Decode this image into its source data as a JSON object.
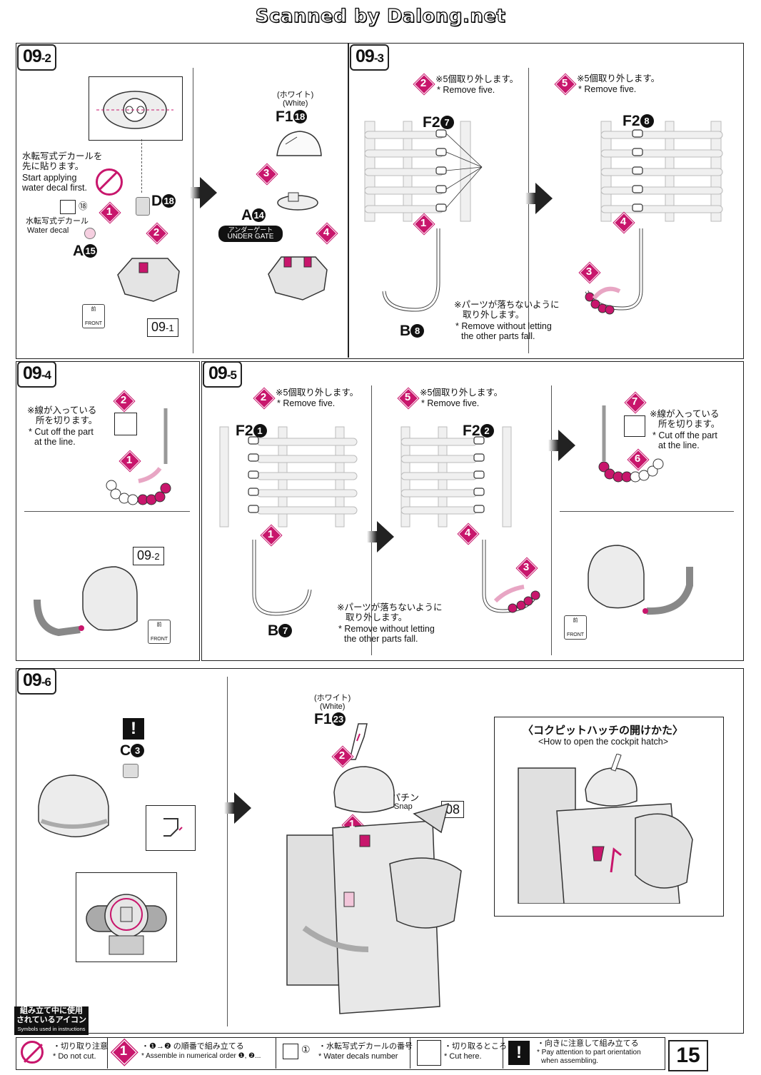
{
  "watermark": "Scanned by Dalong.net",
  "steps": {
    "s09_2": {
      "label_main": "09",
      "label_sub": "-2",
      "decal_note_jp_1": "水転写式デカールを",
      "decal_note_jp_2": "先に貼ります。",
      "decal_note_en_1": "Start applying",
      "decal_note_en_2": "water decal first.",
      "decal_label_jp": "水転写式デカール",
      "decal_label_en": "Water decal",
      "decal_num": "⑱",
      "part_d": "D",
      "part_d_num": "18",
      "part_a": "A",
      "part_a_num": "15",
      "white_jp": "(ホワイト)",
      "white_en": "(White)",
      "part_f1": "F1",
      "part_f1_num": "18",
      "part_a14": "A",
      "part_a14_num": "14",
      "under_gate_jp": "アンダーゲート",
      "under_gate_en": "UNDER GATE",
      "ref": "09",
      "ref_sub": "-1",
      "front_jp": "前",
      "front_en": "FRONT",
      "n1": "1",
      "n2": "2",
      "n3": "3",
      "n4": "4"
    },
    "s09_3": {
      "label_main": "09",
      "label_sub": "-3",
      "remove_jp_a": "※5個取り外します。",
      "remove_en_a": "* Remove five.",
      "remove_jp_b": "※5個取り外します。",
      "remove_en_b": "* Remove five.",
      "part_f2_a": "F2",
      "part_f2_a_num": "7",
      "part_f2_b": "F2",
      "part_f2_b_num": "8",
      "part_b": "B",
      "part_b_num": "8",
      "fall_jp_1": "※パーツが落ちないように",
      "fall_jp_2": "取り外します。",
      "fall_en_1": "* Remove without letting",
      "fall_en_2": "the other parts fall.",
      "n1": "1",
      "n2": "2",
      "n3": "3",
      "n4": "4",
      "n5": "5"
    },
    "s09_4": {
      "label_main": "09",
      "label_sub": "-4",
      "cut_jp_1": "※線が入っている",
      "cut_jp_2": "所を切ります。",
      "cut_en_1": "* Cut off the part",
      "cut_en_2": "at the line.",
      "ref": "09",
      "ref_sub": "-2",
      "front_jp": "前",
      "front_en": "FRONT",
      "n1": "1",
      "n2": "2"
    },
    "s09_5": {
      "label_main": "09",
      "label_sub": "-5",
      "remove_jp_a": "※5個取り外します。",
      "remove_en_a": "* Remove five.",
      "remove_jp_b": "※5個取り外します。",
      "remove_en_b": "* Remove five.",
      "part_f2_a": "F2",
      "part_f2_a_num": "1",
      "part_f2_b": "F2",
      "part_f2_b_num": "2",
      "part_b": "B",
      "part_b_num": "7",
      "fall_jp_1": "※パーツが落ちないように",
      "fall_jp_2": "取り外します。",
      "fall_en_1": "* Remove without letting",
      "fall_en_2": "the other parts fall.",
      "cut_jp_1": "※線が入っている",
      "cut_jp_2": "所を切ります。",
      "cut_en_1": "* Cut off the part",
      "cut_en_2": "at the line.",
      "front_jp": "前",
      "front_en": "FRONT",
      "n1": "1",
      "n2": "2",
      "n3": "3",
      "n4": "4",
      "n5": "5",
      "n6": "6",
      "n7": "7"
    },
    "s09_6": {
      "label_main": "09",
      "label_sub": "-6",
      "part_c": "C",
      "part_c_num": "3",
      "white_jp": "(ホワイト)",
      "white_en": "(White)",
      "part_f1": "F1",
      "part_f1_num": "23",
      "snap_jp": "パチン",
      "snap_en": "Snap",
      "ref": "08",
      "hatch_title_jp": "〈コクピットハッチの開けかた〉",
      "hatch_title_en": "<How to open the cockpit hatch>",
      "n1": "1",
      "n2": "2"
    }
  },
  "footer": {
    "legend_jp_1": "組み立て中に使用",
    "legend_jp_2": "されているアイコン",
    "legend_en": "Symbols used in instructions",
    "nocut_jp": "・切り取り注意",
    "nocut_en": "* Do not cut.",
    "order_jp": "・❶→❷ の順番で組み立てる",
    "order_en": "* Assemble in numerical order ❶, ❷...",
    "decal_jp": "・水転写式デカールの番号",
    "decal_en": "* Water decals number",
    "decal_num": "①",
    "cut_jp": "・切り取るところ",
    "cut_en": "* Cut here.",
    "orient_jp": "・向きに注意して組み立てる",
    "orient_en_1": "* Pay attention to part orientation",
    "orient_en_2": "when assembling.",
    "order_num": "1",
    "excl": "!",
    "page_number": "15"
  },
  "colors": {
    "accent": "#c8166c",
    "line": "#222222",
    "part_gray": "#dddddd"
  }
}
